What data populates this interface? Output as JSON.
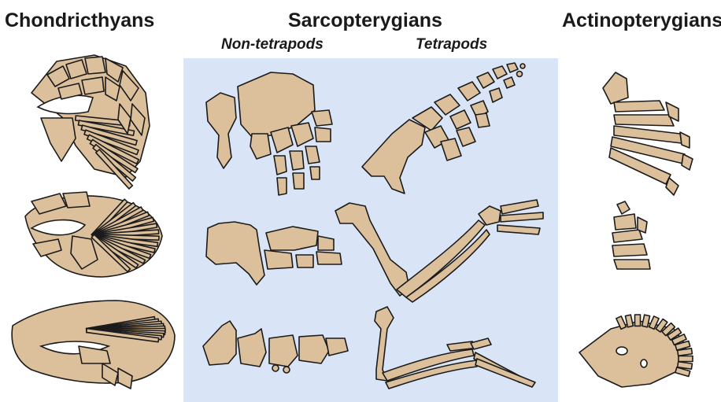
{
  "groups": {
    "chondrichthyans": "Chondricthyans",
    "sarcopterygians": "Sarcopterygians",
    "actinopterygians": "Actinopterygians"
  },
  "subgroups": {
    "non_tetrapods": "Non-tetrapods",
    "tetrapods": "Tetrapods"
  },
  "colors": {
    "bone": "#dcc09c",
    "outline": "#1b1b1b",
    "panel": "#d9e5f7"
  }
}
